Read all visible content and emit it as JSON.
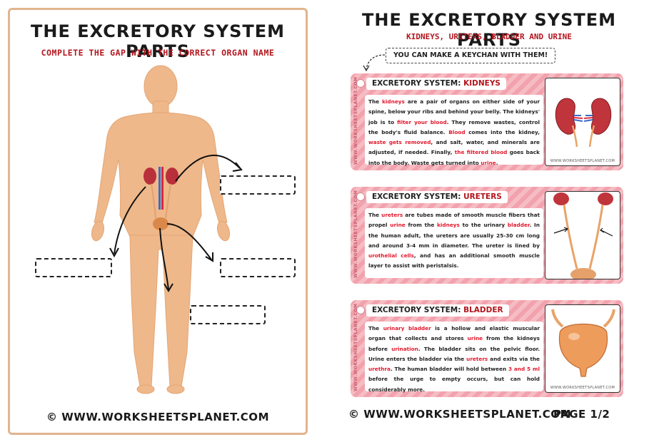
{
  "left": {
    "title": "THE EXCRETORY SYSTEM PARTS",
    "subtitle": "COMPLETE THE GAP WITH THE CORRECT ORGAN NAME",
    "footer": "© WWW.WORKSHEETSPLANET.COM"
  },
  "right": {
    "title": "THE EXCRETORY SYSTEM PARTS",
    "subtitle": "KIDNEYS, URETERS, BLADDER AND URINE",
    "keychain_note": "YOU CAN MAKE A KEYCHAN WITH THEM!",
    "footer": "© WWW.WORKSHEETSPLANET.COM",
    "page": "PAGE 1/2",
    "side_text": "WWW.WORKSHEETSPLANET.COM",
    "pic_caption": "WWW.WORKSHEETSPLANET.COM",
    "cards": [
      {
        "label_prefix": "EXCRETORY SYSTEM:",
        "label_topic": "KIDNEYS",
        "segments": [
          {
            "t": "The ",
            "k": false
          },
          {
            "t": "kidneys",
            "k": true
          },
          {
            "t": " are a pair of  organs on either side of your spine, below your ribs and behind your belly. The kidneys' job is to ",
            "k": false
          },
          {
            "t": "filter your blood",
            "k": true
          },
          {
            "t": ". They remove wastes, control the body's fluid balance. ",
            "k": false
          },
          {
            "t": "Blood",
            "k": true
          },
          {
            "t": " comes into the kidney, ",
            "k": false
          },
          {
            "t": "waste gets removed",
            "k": true
          },
          {
            "t": ", and salt, water, and minerals are adjusted, if needed. Finally, ",
            "k": false
          },
          {
            "t": "the filtered blood",
            "k": true
          },
          {
            "t": " goes back into the body. Waste gets turned into ",
            "k": false
          },
          {
            "t": "urine",
            "k": true
          },
          {
            "t": ".",
            "k": false
          }
        ]
      },
      {
        "label_prefix": "EXCRETORY SYSTEM:",
        "label_topic": "URETERS",
        "segments": [
          {
            "t": "The ",
            "k": false
          },
          {
            "t": "ureters",
            "k": true
          },
          {
            "t": " are tubes made of smooth muscle fibers that propel ",
            "k": false
          },
          {
            "t": "urine",
            "k": true
          },
          {
            "t": " from the ",
            "k": false
          },
          {
            "t": "kidneys",
            "k": true
          },
          {
            "t": " to the urinary ",
            "k": false
          },
          {
            "t": "bladder",
            "k": true
          },
          {
            "t": ". In the human adult, the ureters are usually 25-30 cm long and around 3-4 mm in diameter. The ureter is lined by ",
            "k": false
          },
          {
            "t": "urothelial cells",
            "k": true
          },
          {
            "t": ", and has an additional smooth muscle layer to assist with peristalsis.",
            "k": false
          }
        ]
      },
      {
        "label_prefix": "EXCRETORY SYSTEM:",
        "label_topic": "BLADDER",
        "segments": [
          {
            "t": "The ",
            "k": false
          },
          {
            "t": "urinary bladder",
            "k": true
          },
          {
            "t": " is a hollow and elastic muscular organ that collects and stores ",
            "k": false
          },
          {
            "t": "urine",
            "k": true
          },
          {
            "t": " from the kidneys before ",
            "k": false
          },
          {
            "t": "urination",
            "k": true
          },
          {
            "t": ". The bladder sits on the pelvic floor. Urine enters the bladder via the ",
            "k": false
          },
          {
            "t": "ureters",
            "k": true
          },
          {
            "t": " and exits via the ",
            "k": false
          },
          {
            "t": "urethra",
            "k": true
          },
          {
            "t": ". The human bladder will hold between ",
            "k": false
          },
          {
            "t": "3 and 5 ml",
            "k": true
          },
          {
            "t": " before the urge to empty occurs, but can hold considerably more.",
            "k": false
          }
        ]
      }
    ]
  },
  "colors": {
    "accent_red": "#e3182d",
    "title_red": "#b3151d",
    "skin": "#f0b98c",
    "card_pink": "#f2a9b2",
    "frame": "#e2b48e"
  },
  "icons": [
    "human-body-illustration",
    "kidneys-illustration",
    "ureters-illustration",
    "bladder-illustration",
    "curved-arrow-icon"
  ]
}
